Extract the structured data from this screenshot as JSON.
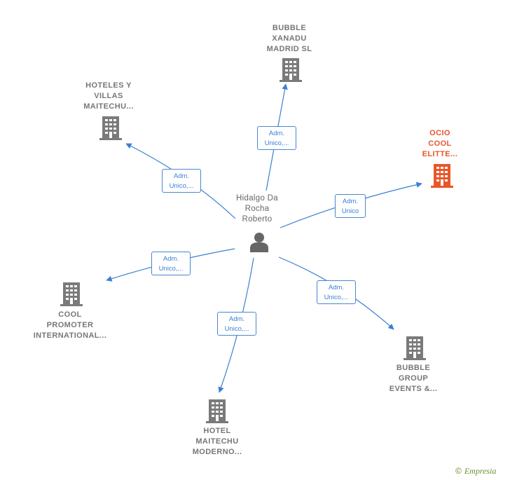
{
  "center": {
    "label": "Hidalgo Da\nRocha\nRoberto"
  },
  "nodes": [
    {
      "id": "bubble-xanadu",
      "label": "BUBBLE\nXANADU\nMADRID  SL",
      "color": "#7a7a7a"
    },
    {
      "id": "hoteles-villas",
      "label": "HOTELES Y\nVILLAS\nMAITECHU...",
      "color": "#7a7a7a"
    },
    {
      "id": "ocio-cool",
      "label": "OCIO\nCOOL\nELITTE...",
      "color": "#e8562a"
    },
    {
      "id": "cool-promoter",
      "label": "COOL\nPROMOTER\nINTERNATIONAL...",
      "color": "#7a7a7a"
    },
    {
      "id": "hotel-maitechu",
      "label": "HOTEL\nMAITECHU\nMODERNO...",
      "color": "#7a7a7a"
    },
    {
      "id": "bubble-group",
      "label": "BUBBLE\nGROUP\nEVENTS &...",
      "color": "#7a7a7a"
    }
  ],
  "edges": [
    {
      "line1": "Adm.",
      "line2": "Unico,..."
    },
    {
      "line1": "Adm.",
      "line2": "Unico,..."
    },
    {
      "line1": "Adm.",
      "line2": "Unico"
    },
    {
      "line1": "Adm.",
      "line2": "Unico,..."
    },
    {
      "line1": "Adm.",
      "line2": "Unico,..."
    },
    {
      "line1": "Adm.",
      "line2": "Unico,..."
    }
  ],
  "footer": {
    "copyright": "©",
    "brand": "Empresia"
  },
  "colors": {
    "edge": "#3b7fd4",
    "building": "#7a7a7a",
    "highlight": "#e8562a",
    "person": "#666666"
  }
}
